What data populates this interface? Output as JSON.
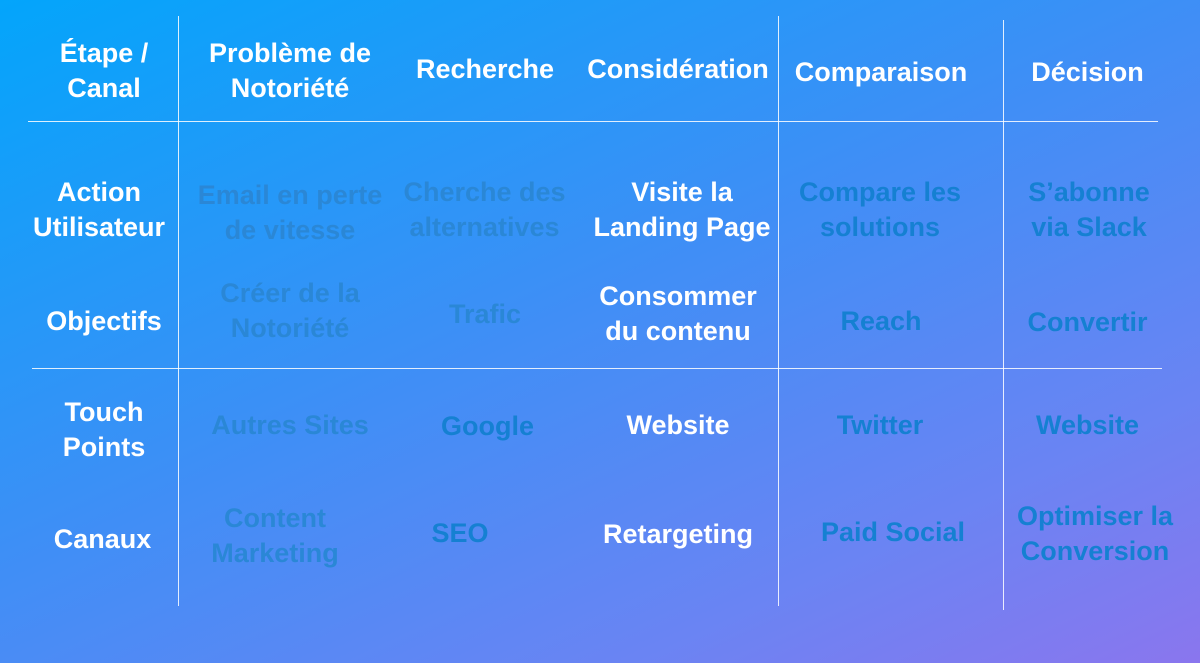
{
  "header": {
    "corner": "Étape /\nCanal",
    "stages": [
      "Problème de\nNotoriété",
      "Recherche",
      "Considération",
      "Comparaison",
      "Décision"
    ]
  },
  "rows": [
    {
      "label": "Action\nUtilisateur",
      "cells": [
        "Email en perte\nde vitesse",
        "Cherche des\nalternatives",
        "Visite la\nLanding Page",
        "Compare les\nsolutions",
        "S’abonne\nvia Slack"
      ]
    },
    {
      "label": "Objectifs",
      "cells": [
        "Créer de la\nNotoriété",
        "Trafic",
        "Consommer\ndu contenu",
        "Reach",
        "Convertir"
      ]
    },
    {
      "label": "Touch\nPoints",
      "cells": [
        "Autres Sites",
        "Google",
        "Website",
        "Twitter",
        "Website"
      ]
    },
    {
      "label": "Canaux",
      "cells": [
        "Content\nMarketing",
        "SEO",
        "Retargeting",
        "Paid Social",
        "Optimiser la\nConversion"
      ]
    }
  ],
  "colors": {
    "highlight_text": "#ffffff",
    "muted_text": "#1580d2",
    "background_start": "#03a5fb",
    "background_end": "#8a76ee"
  }
}
